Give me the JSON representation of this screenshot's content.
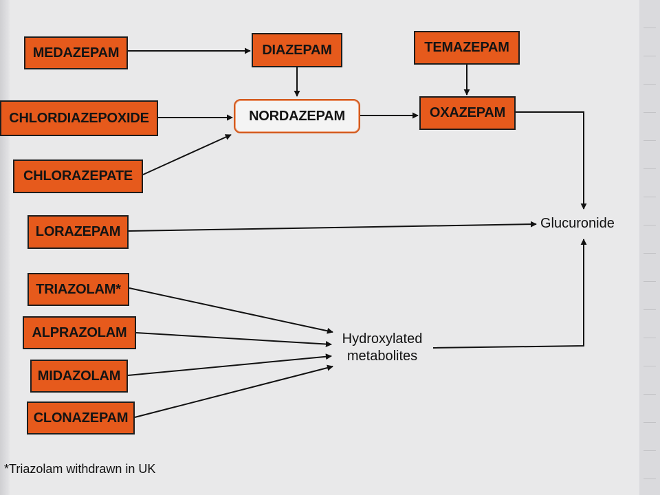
{
  "nodes": {
    "medazepam": "MEDAZEPAM",
    "diazepam": "DIAZEPAM",
    "temazepam": "TEMAZEPAM",
    "chlordiazepoxide": "CHLORDIAZEPOXIDE",
    "nordazepam": "NORDAZEPAM",
    "oxazepam": "OXAZEPAM",
    "chlorazepate": "CHLORAZEPATE",
    "lorazepam": "LORAZEPAM",
    "glucuronide": "Glucuronide",
    "triazolam": "TRIAZOLAM*",
    "alprazolam": "ALPRAZOLAM",
    "midazolam": "MIDAZOLAM",
    "clonazepam": "CLONAZEPAM",
    "hydroxylated_line1": "Hydroxylated",
    "hydroxylated_line2": "metabolites"
  },
  "footnote": "*Triazolam withdrawn in UK",
  "colors": {
    "drug_box": "#e65a1c",
    "hub_border": "#d35a1e",
    "arrow": "#111111"
  }
}
